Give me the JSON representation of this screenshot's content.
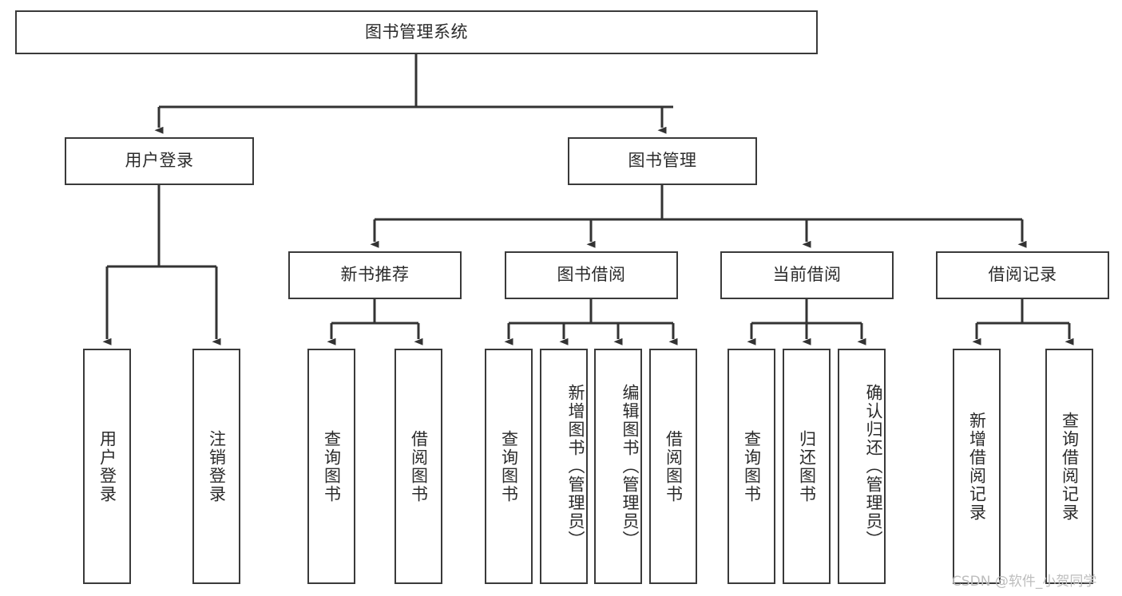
{
  "diagram": {
    "title": "图书管理系统",
    "type": "tree-hierarchy-chart",
    "colors": {
      "node_border": "#3a3a3a",
      "node_fill": "#ffffff",
      "edge": "#333333",
      "text": "#2b2b2b",
      "watermark": "#bdbdbd",
      "background": "#ffffff"
    },
    "watermark": "CSDN @软件_小贺同学"
  },
  "nodes": {
    "root": {
      "label": "图书管理系统"
    },
    "level1": [
      {
        "id": "user-login",
        "label": "用户登录"
      },
      {
        "id": "book-manage",
        "label": "图书管理"
      }
    ],
    "level2": [
      {
        "id": "new-book-recommend",
        "label": "新书推荐"
      },
      {
        "id": "book-borrow",
        "label": "图书借阅"
      },
      {
        "id": "current-borrow",
        "label": "当前借阅"
      },
      {
        "id": "borrow-record",
        "label": "借阅记录"
      }
    ],
    "leaves": {
      "user_login": [
        {
          "id": "leaf-user-login",
          "label": "用户登录"
        },
        {
          "id": "leaf-user-logout",
          "label": "注销登录"
        }
      ],
      "new_book_recommend": [
        {
          "id": "leaf-query-book-1",
          "label": "查询图书"
        },
        {
          "id": "leaf-borrow-book-1",
          "label": "借阅图书"
        }
      ],
      "book_borrow": [
        {
          "id": "leaf-query-book-2",
          "label": "查询图书"
        },
        {
          "id": "leaf-add-book",
          "label": "新增图书（管理员）"
        },
        {
          "id": "leaf-edit-book",
          "label": "编辑图书（管理员）"
        },
        {
          "id": "leaf-borrow-book-2",
          "label": "借阅图书"
        }
      ],
      "current_borrow": [
        {
          "id": "leaf-query-book-3",
          "label": "查询图书"
        },
        {
          "id": "leaf-return-book",
          "label": "归还图书"
        },
        {
          "id": "leaf-confirm-return",
          "label": "确认归还（管理员）"
        }
      ],
      "borrow_record": [
        {
          "id": "leaf-add-record",
          "label": "新增借阅记录"
        },
        {
          "id": "leaf-query-record",
          "label": "查询借阅记录"
        }
      ]
    }
  }
}
